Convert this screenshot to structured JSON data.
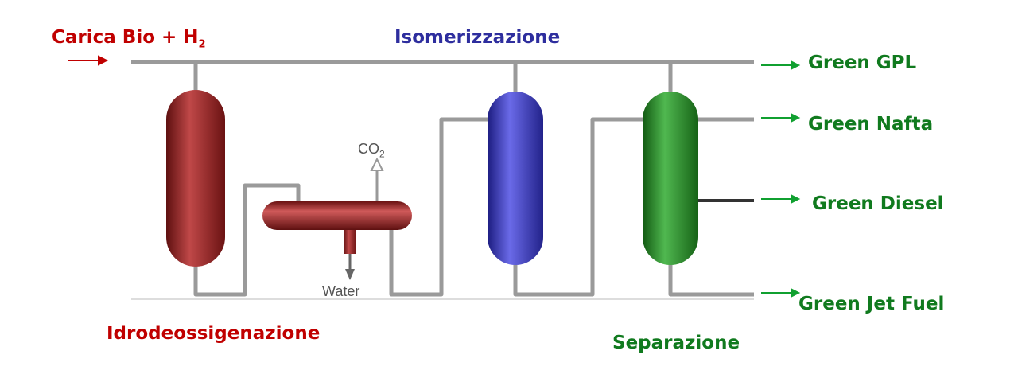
{
  "labels": {
    "feed": "Carica Bio + H",
    "feed_sub": "2",
    "isomerization": "Isomerizzazione",
    "hydrodeoxygenation": "Idrodeossigenazione",
    "separation": "Separazione",
    "co2": "CO",
    "co2_sub": "2",
    "water": "Water"
  },
  "outputs": [
    "Green GPL",
    "Green Nafta",
    "Green Diesel",
    "Green Jet Fuel"
  ],
  "colors": {
    "hdo_vessel": "#a52a2a",
    "isomerization_vessel": "#3a3ac8",
    "separation_vessel": "#2f8f2f",
    "feed_arrow": "#c00000",
    "output_arrow": "#10a030",
    "pipe": "#a0a0a0"
  }
}
